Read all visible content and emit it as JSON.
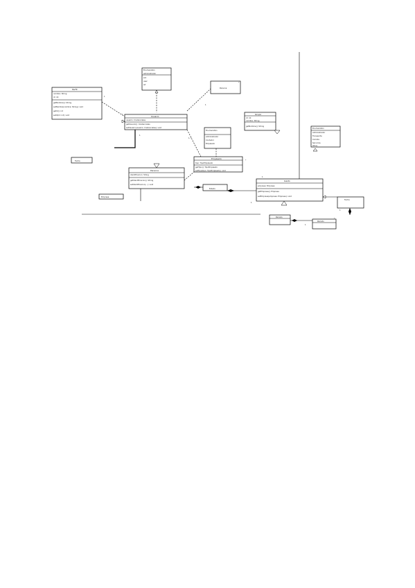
{
  "page": {
    "background": "#ffffff",
    "ink": "#000000",
    "accent": "#d08a00",
    "multiplicity_color": "#3050c0"
  },
  "diagram": {
    "kind": "uml-class-diagram",
    "classes": [
      {
        "name": "Perfil",
        "attributes": [
          "nombre: String",
          "id: int"
        ],
        "operations": [
          "getNombre(): String",
          "setNombre(nombre: String): void",
          "getId(): int",
          "setId(id: int): void"
        ]
      },
      {
        "name": "Usuario",
        "attributes": [
          "usuario: Credenciales"
        ],
        "operations": [
          "getUsuario(): Credenciales",
          "setUsuario(usuario: Credenciales): void"
        ]
      },
      {
        "name": "Enumeration",
        "attributes": [
          "administrador",
          "sdc",
          "user",
          "ad"
        ],
        "operations": []
      },
      {
        "name": "Persona",
        "attributes": [],
        "operations": []
      },
      {
        "name": "Grupo",
        "attributes": [
          "id: int",
          "nombre: String"
        ],
        "operations": [
          "getNombre(): String"
        ]
      },
      {
        "name": "Enumeration",
        "attributes": [
          "Administrador",
          "Contador",
          "Empleado"
        ],
        "operations": []
      },
      {
        "name": "Empleado",
        "attributes": [
          "tipo: TipoEmpleado"
        ],
        "operations": [
          "getTipo(): TipoEmpleado",
          "setTipo(tipo: TipoEmpleado): void"
        ]
      },
      {
        "name": "Fecha",
        "attributes": [],
        "operations": []
      },
      {
        "name": "Persona",
        "attributes": [
          "identificacion: String"
        ],
        "operations": [
          "getIdentificacion(): String",
          "setIdentificacion(...): void"
        ]
      },
      {
        "name": "Empresa",
        "attributes": [],
        "operations": []
      },
      {
        "name": "Gasto",
        "attributes": [
          "empresa: Empresa"
        ],
        "operations": [
          "getEmpresa(): Empresa",
          "setEmpresa(empresa: Empresa): void"
        ]
      },
      {
        "name": "Enumeration",
        "attributes": [
          "Administrador",
          "Transporte",
          "Comida",
          "Servicios",
          "Otros"
        ],
        "operations": []
      },
      {
        "name": "Estado",
        "attributes": [],
        "operations": []
      },
      {
        "name": "Fecha",
        "attributes": [],
        "operations": []
      },
      {
        "name": "Periodo",
        "attributes": [],
        "operations": []
      }
    ],
    "labels": [
      "1",
      "1",
      "*",
      "1",
      "1..*",
      "1",
      "*",
      "1",
      "1",
      "*",
      "1",
      "1"
    ]
  }
}
